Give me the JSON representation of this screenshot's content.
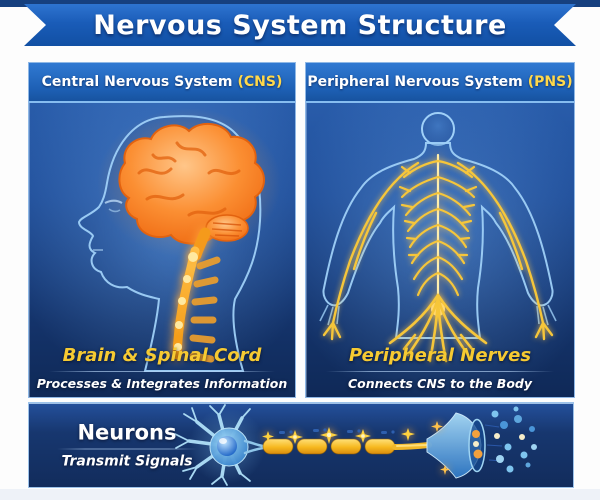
{
  "banner": {
    "title": "Nervous System Structure"
  },
  "panels": [
    {
      "header": "Central Nervous System",
      "abbr": "(CNS)",
      "label": "Brain & Spinal Cord",
      "description": "Processes & Integrates Information",
      "illustration": "human-head-profile-with-glowing-brain-and-spinal-cord"
    },
    {
      "header": "Peripheral Nervous System",
      "abbr": "(PNS)",
      "label": "Peripheral Nerves",
      "description": "Connects CNS to the Body",
      "illustration": "human-body-back-view-with-branching-nerve-network"
    }
  ],
  "bottom": {
    "title": "Neurons",
    "subtitle": "Transmit Signals",
    "illustration": "neuron-with-dendrites-myelinated-axon-and-synaptic-terminal"
  },
  "colors": {
    "ribbon_blue": "#1A5CB8",
    "ribbon_fold": "#16407F",
    "header_blue": "#1D5FB4",
    "panel_blue_top": "#2D63B2",
    "panel_navy_bottom": "#0F2957",
    "accent_yellow": "#F6CA32",
    "header_accent_yellow": "#FFD84A",
    "nerve_yellow": "#F6C63A",
    "brain_orange": "#F97E2B",
    "neuron_blue": "#6FBCE8",
    "text_white": "#FFFFFF"
  }
}
